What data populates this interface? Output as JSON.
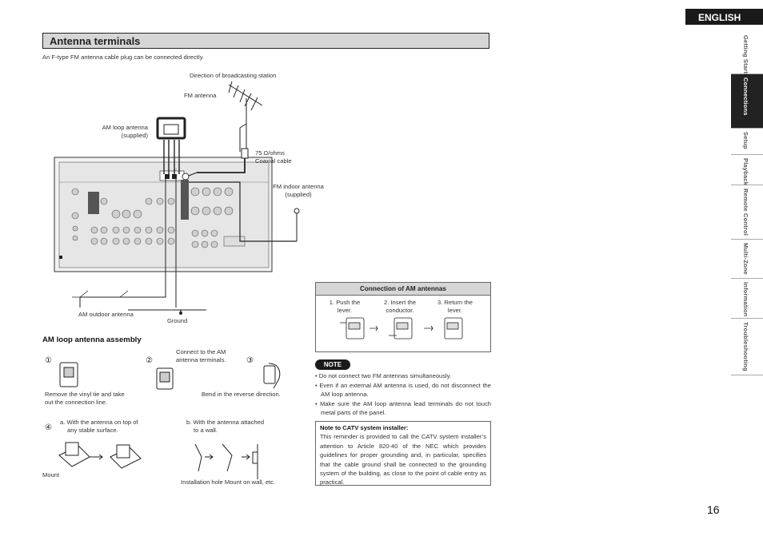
{
  "header": {
    "language_tab": "ENGLISH"
  },
  "section": {
    "title": "Antenna terminals",
    "intro": "An F-type FM antenna cable plug can be connected directly."
  },
  "diagram_labels": {
    "direction": "Direction of broadcasting station",
    "fm_antenna": "FM antenna",
    "am_loop_1": "AM loop antenna",
    "am_loop_2": "(supplied)",
    "coax_1": "75 Ω/ohms",
    "coax_2": "Coaxial cable",
    "fm_indoor_1": "FM indoor antenna",
    "fm_indoor_2": "(supplied)",
    "am_outdoor": "AM outdoor antenna",
    "ground": "Ground"
  },
  "am_connection": {
    "title": "Connection of AM antennas",
    "steps": [
      {
        "line1": "1. Push the",
        "line2": "lever."
      },
      {
        "line1": "2. Insert the",
        "line2": "conductor."
      },
      {
        "line1": "3. Return the",
        "line2": "lever."
      }
    ]
  },
  "note": {
    "badge": "NOTE",
    "items": [
      "• Do not connect two FM antennas simultaneously.",
      "• Even if an external AM antenna is used, do not disconnect the AM loop antenna.",
      "• Make sure the AM loop antenna lead terminals do not touch metal parts of the panel."
    ]
  },
  "catv": {
    "title": "Note to CATV system installer:",
    "body": "This reminder is provided to call the CATV system installer’s attention to Article 820-40 of the NEC which provides guidelines for proper grounding and, in particular, specifies that the cable ground shall be connected to the grounding system of the building, as close to the point of cable entry as practical."
  },
  "assembly": {
    "title": "AM loop antenna assembly",
    "markers": [
      "①",
      "②",
      "③",
      "④"
    ],
    "connect_1": "Connect to the AM",
    "connect_2": "antenna terminals.",
    "remove_1": "Remove the vinyl tie and take",
    "remove_2": "out the connection line.",
    "bend": "Bend in the reverse direction.",
    "a_1": "a. With the antenna on top of",
    "a_2": "any stable surface.",
    "b_1": "b. With the antenna attached",
    "b_2": "to a wall.",
    "mount": "Mount",
    "install": "Installation hole Mount on wall, etc."
  },
  "side_nav": [
    "Getting Started",
    "Connections",
    "Setup",
    "Playback",
    "Remote Control",
    "Multi-Zone",
    "Information",
    "Troubleshooting"
  ],
  "side_nav_active": "Connections",
  "page_number": "16"
}
